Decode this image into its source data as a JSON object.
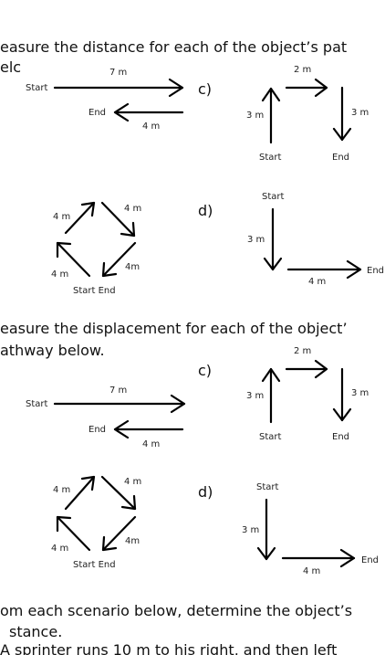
{
  "q1": {
    "line1": "easure the distance for each of the object’s pat",
    "line2": "elc"
  },
  "q2": {
    "line1": "easure the displacement for each of the object’",
    "line2": "athway below."
  },
  "q3": {
    "line1": "om each scenario below, determine the object’s",
    "line2": "stance.",
    "line3": "A sprinter runs 10 m to his right, and then left"
  },
  "part_labels": {
    "c": "c)",
    "d": "d)"
  },
  "diagram_text": {
    "start": "Start",
    "end": "End",
    "start_end": "Start End",
    "m7": "7 m",
    "m4": "4 m",
    "m3": "3 m",
    "m2": "2 m",
    "m4b": "4m"
  }
}
